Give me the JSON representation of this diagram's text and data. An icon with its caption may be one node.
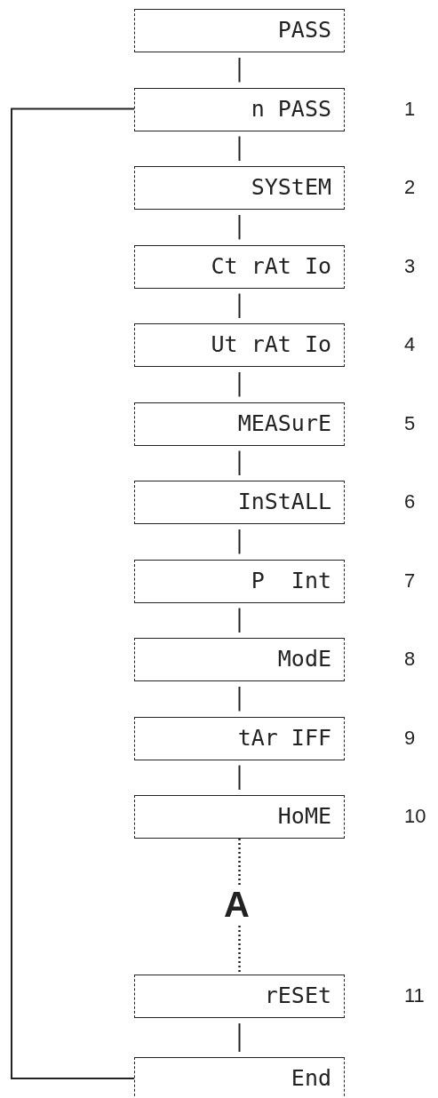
{
  "diagram": {
    "nodes": [
      {
        "text": [
          "PASS"
        ]
      },
      {
        "text": [
          "n PASS"
        ],
        "beside": [
          "1"
        ]
      },
      {
        "text": [
          "SYStEM"
        ],
        "beside": [
          "2"
        ]
      },
      {
        "text": [
          "Ct rAt Io"
        ],
        "beside": [
          "3"
        ]
      },
      {
        "text": [
          "Ut rAt Io"
        ],
        "beside": [
          "4"
        ]
      },
      {
        "text": [
          "MEASurE"
        ],
        "beside": [
          "5"
        ]
      },
      {
        "text": [
          "InStALL"
        ],
        "beside": [
          "6"
        ]
      },
      {
        "text": [
          "P  Int"
        ],
        "beside": [
          "7"
        ]
      },
      {
        "text": [
          "ModE"
        ],
        "beside": [
          "8"
        ]
      },
      {
        "text": [
          "tAr IFF"
        ],
        "beside": [
          "9"
        ]
      },
      {
        "text": [
          "HoME"
        ],
        "beside": [
          "10"
        ]
      },
      {
        "text": [
          "A"
        ]
      },
      {
        "text": [
          "rESEt"
        ],
        "beside": [
          "11"
        ]
      },
      {
        "text": [
          "End"
        ]
      }
    ],
    "edges": [
      {
        "from": 0,
        "to": 1,
        "arrow": "none"
      },
      {
        "from": 1,
        "to": 2,
        "arrow": "none"
      },
      {
        "from": 2,
        "to": 3,
        "arrow": "none"
      },
      {
        "from": 3,
        "to": 4,
        "arrow": "none"
      },
      {
        "from": 4,
        "to": 5,
        "arrow": "none"
      },
      {
        "from": 5,
        "to": 6,
        "arrow": "none"
      },
      {
        "from": 6,
        "to": 7,
        "arrow": "none"
      },
      {
        "from": 7,
        "to": 8,
        "arrow": "none"
      },
      {
        "from": 8,
        "to": 9,
        "arrow": "none"
      },
      {
        "from": 9,
        "to": 10,
        "arrow": "none"
      },
      {
        "from": 10,
        "to": 11,
        "arrow": "none",
        "style": "dashed"
      },
      {
        "from": 11,
        "to": 12,
        "arrow": "none",
        "style": "dashed"
      },
      {
        "from": 12,
        "to": 13,
        "arrow": "none"
      },
      {
        "from": 13,
        "to": 1,
        "arrow": "none"
      }
    ]
  }
}
